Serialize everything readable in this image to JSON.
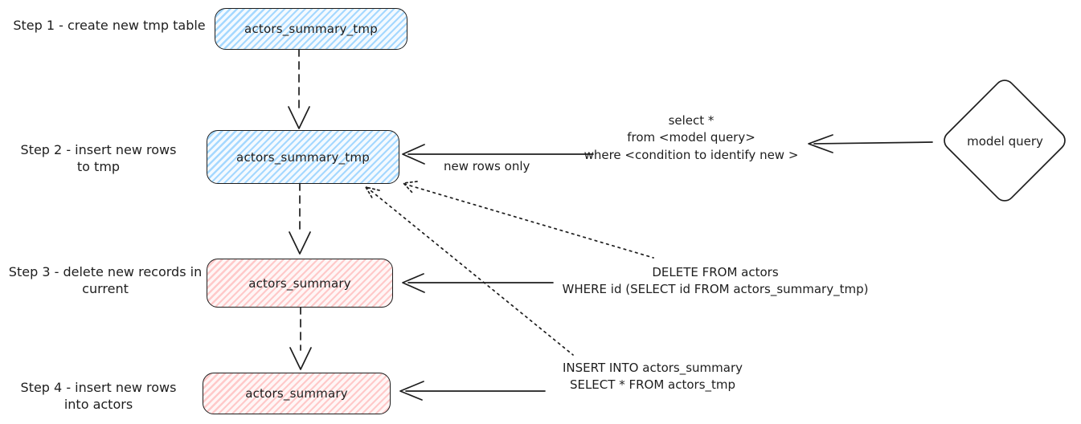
{
  "colors": {
    "stroke": "#1e1e1e",
    "blue_fill": "#a5d8ff",
    "red_fill": "#ffc9c9"
  },
  "steps": [
    {
      "label": "Step 1 - create new tmp table",
      "node": "actors_summary_tmp",
      "color": "blue"
    },
    {
      "label": "Step 2 - insert new rows\nto tmp",
      "node": "actors_summary_tmp",
      "color": "blue"
    },
    {
      "label": "Step 3 - delete new records in\ncurrent",
      "node": "actors_summary",
      "color": "red"
    },
    {
      "label": "Step 4 - insert new rows\ninto actors",
      "node": "actors_summary",
      "color": "red"
    }
  ],
  "annotations": {
    "select_query": "select *\nfrom <model query>\nwhere <condition to identify new >",
    "new_rows_label": "new rows only",
    "delete_query": "DELETE FROM actors\nWHERE id (SELECT id FROM actors_summary_tmp)",
    "insert_query": "INSERT INTO actors_summary\nSELECT * FROM actors_tmp",
    "model_query": "model query"
  }
}
